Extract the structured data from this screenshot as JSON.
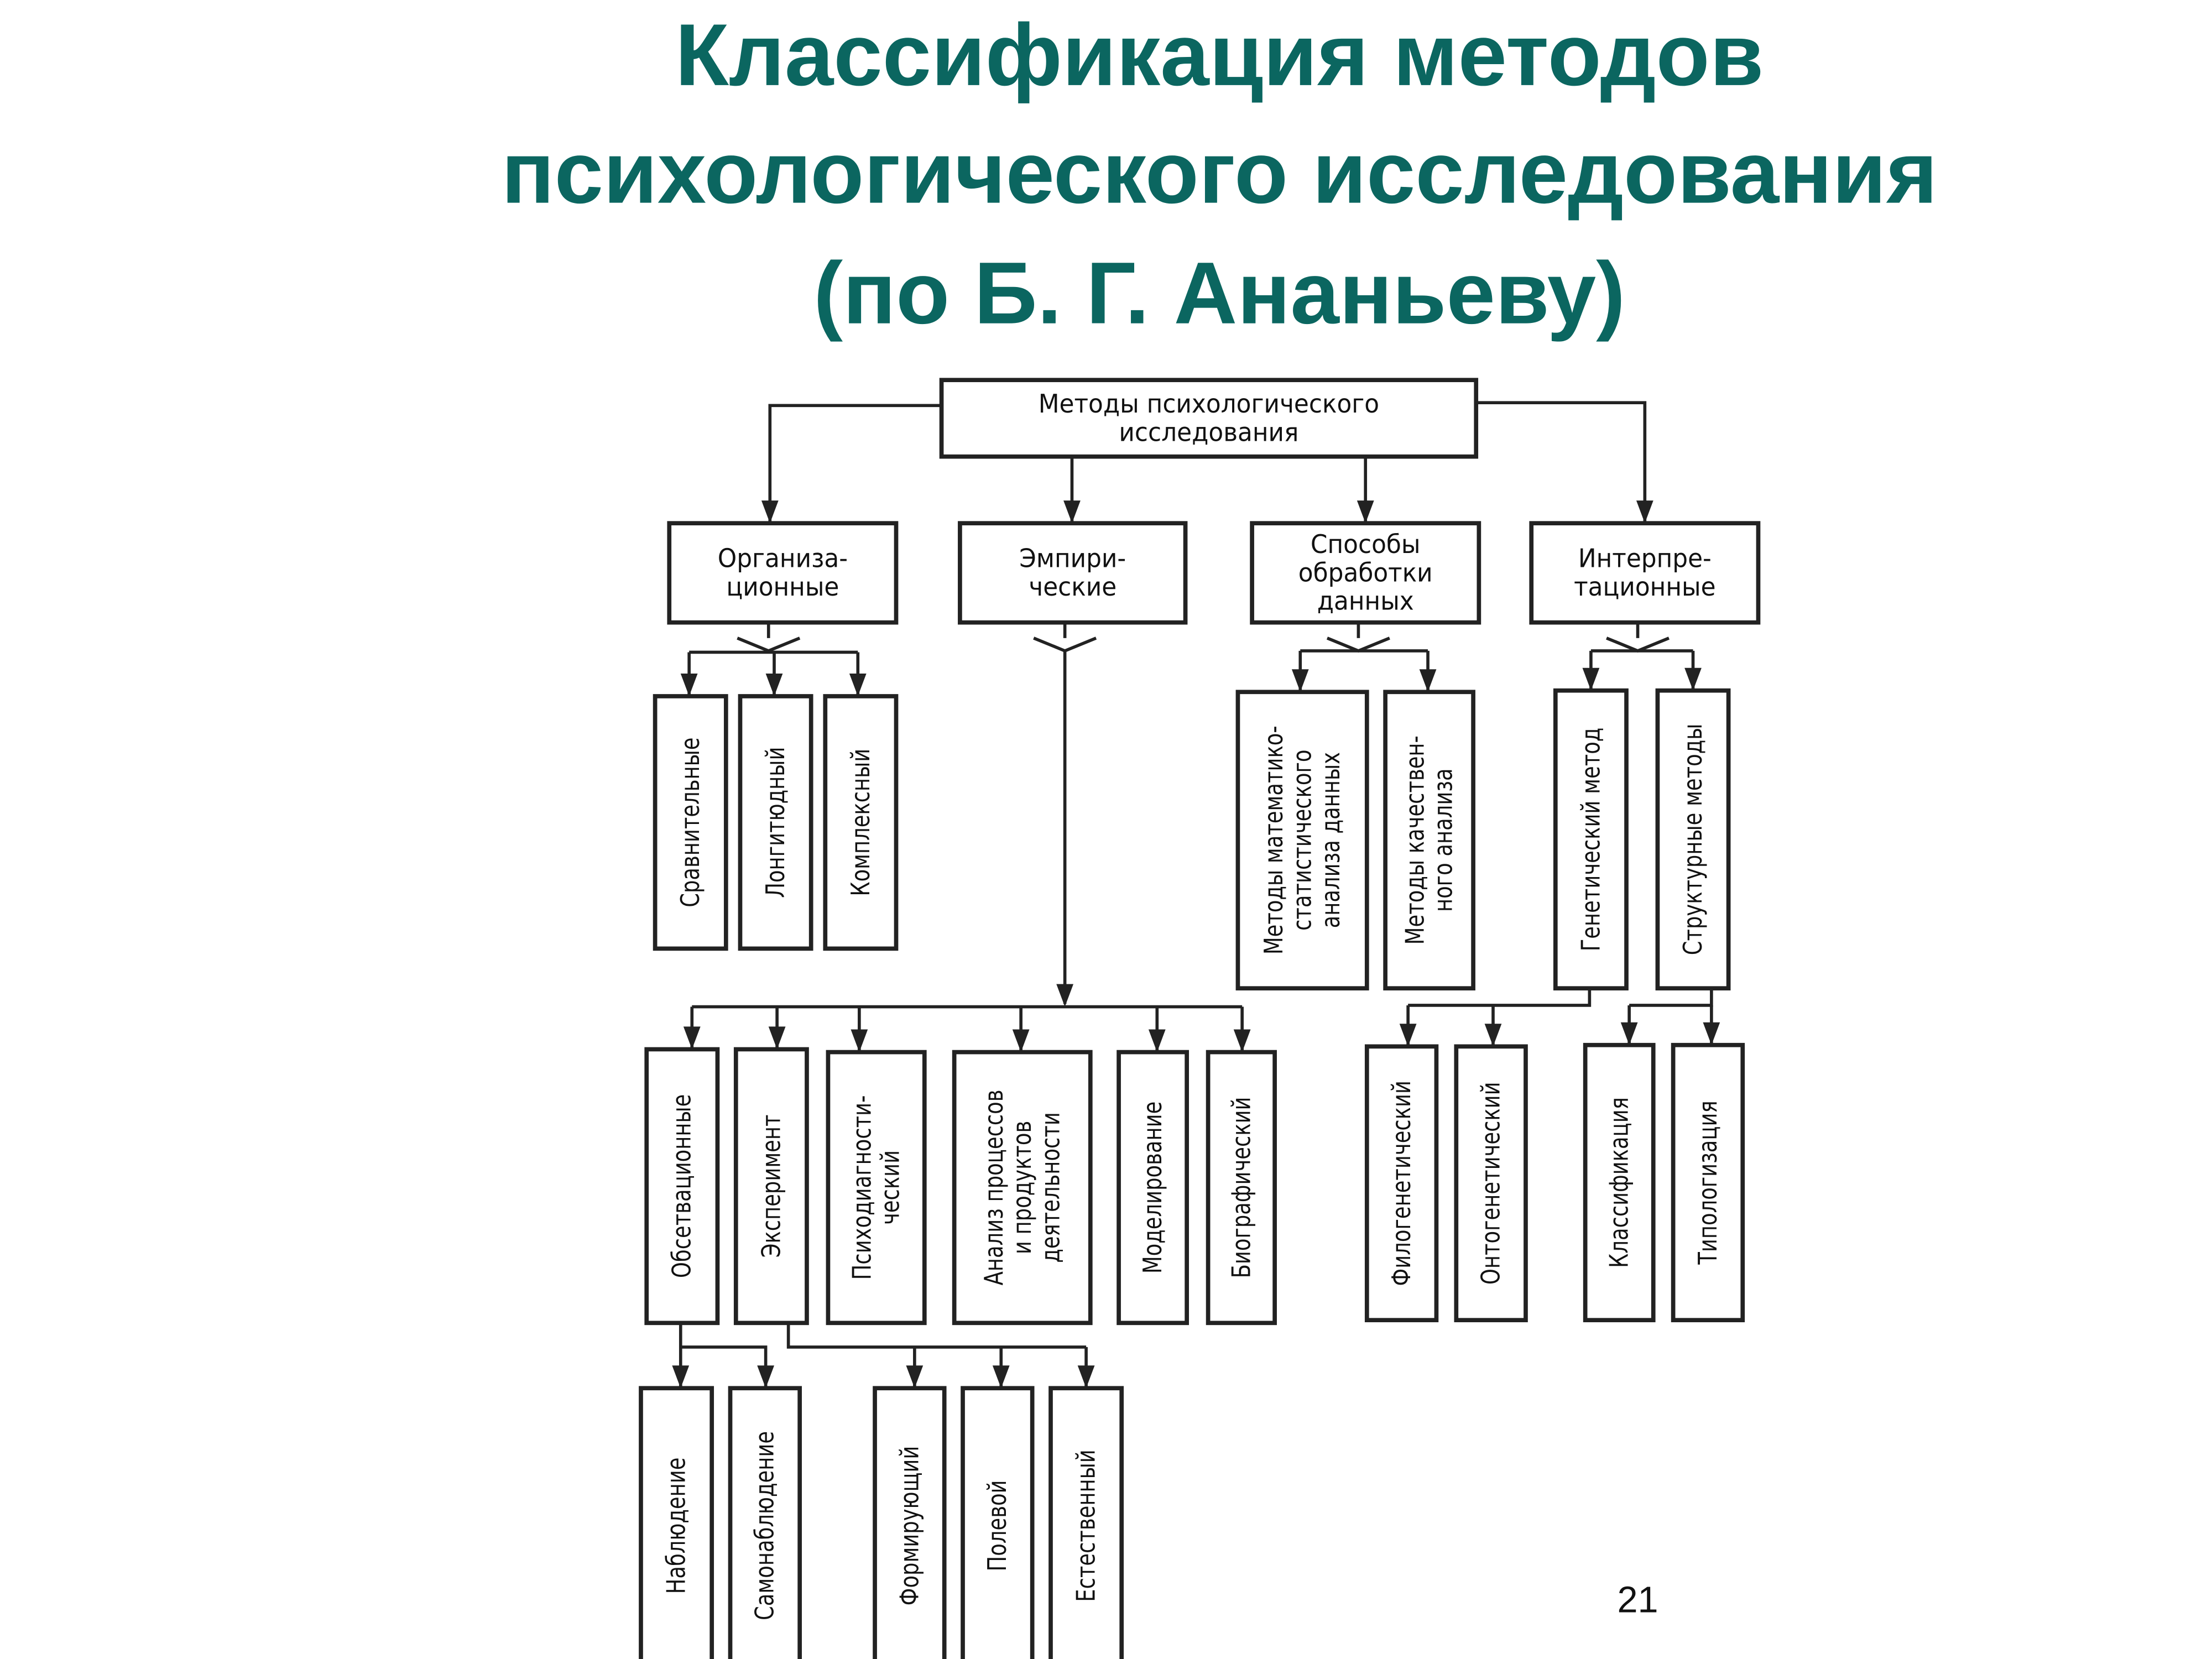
{
  "title": {
    "lines": [
      "Классификация методов",
      "психологического исследования",
      "(по Б. Г. Ананьеву)"
    ],
    "color": "#0b6660"
  },
  "root": {
    "lines": [
      "Методы  психологического",
      "исследования"
    ]
  },
  "categories": {
    "org": {
      "lines": [
        "Организа-",
        "ционные"
      ]
    },
    "emp": {
      "lines": [
        "Эмпири-",
        "ческие"
      ]
    },
    "proc": {
      "lines": [
        "Способы",
        "обработки",
        "данных"
      ]
    },
    "interp": {
      "lines": [
        "Интерпре-",
        "тационные"
      ]
    }
  },
  "leaves": {
    "comparative": {
      "lines": [
        "Сравнительные"
      ]
    },
    "longitudinal": {
      "lines": [
        "Лонгитюдный"
      ]
    },
    "complex": {
      "lines": [
        "Комплексный"
      ]
    },
    "observational": {
      "lines": [
        "Обсетвационные"
      ]
    },
    "experiment": {
      "lines": [
        "Эксперимент"
      ]
    },
    "psychodiag": {
      "lines": [
        "Психодиагности-",
        "ческий"
      ]
    },
    "activity": {
      "lines": [
        "Анализ  процессов",
        "и  продуктов",
        "деятельности"
      ]
    },
    "modeling": {
      "lines": [
        "Моделирование"
      ]
    },
    "biographical": {
      "lines": [
        "Биографический"
      ]
    },
    "observation": {
      "lines": [
        "Наблюдение"
      ]
    },
    "selfobservation": {
      "lines": [
        "Самонаблюдение"
      ]
    },
    "formative": {
      "lines": [
        "Формирующий"
      ]
    },
    "field": {
      "lines": [
        "Полевой"
      ]
    },
    "natural": {
      "lines": [
        "Естественный"
      ]
    },
    "mathstat": {
      "lines": [
        "Методы  математико-",
        "статистического",
        "анализа  данных"
      ]
    },
    "qualitative": {
      "lines": [
        "Методы  качествен-",
        "ного  анализа"
      ]
    },
    "genetic": {
      "lines": [
        "Генетический  метод"
      ]
    },
    "structural": {
      "lines": [
        "Структурные  методы"
      ]
    },
    "phylogenetic": {
      "lines": [
        "Филогенетический"
      ]
    },
    "ontogenetic": {
      "lines": [
        "Онтогенетический"
      ]
    },
    "classification": {
      "lines": [
        "Классификация"
      ]
    },
    "typologization": {
      "lines": [
        "Типологизация"
      ]
    }
  },
  "page_number": "21"
}
